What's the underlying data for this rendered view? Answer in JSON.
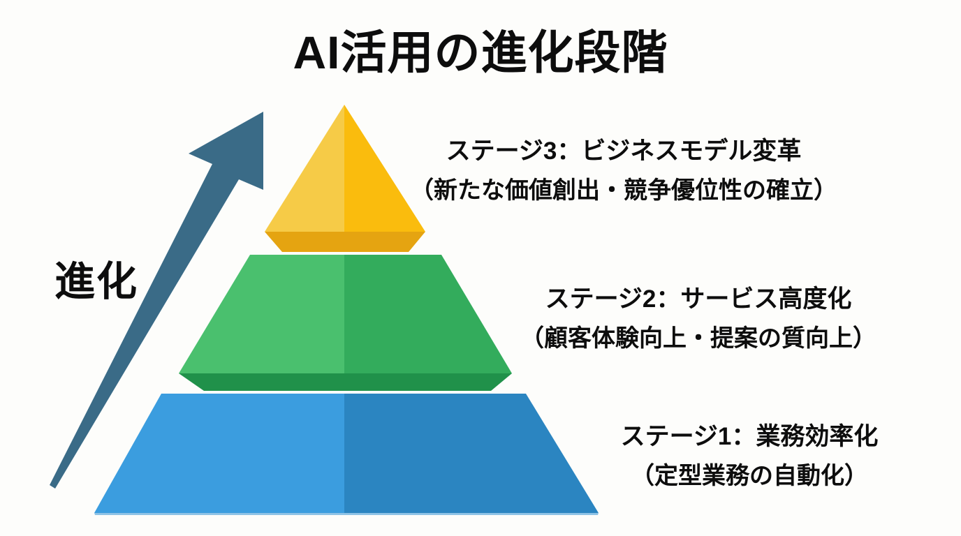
{
  "title": "AI活用の進化段階",
  "arrow": {
    "label": "進化",
    "color": "#3a6b87",
    "direction": "up-right"
  },
  "pyramid": {
    "tiers": [
      {
        "stage": "3",
        "label_line1": "ステージ3：ビジネスモデル変革",
        "label_line2": "（新たな価値創出・競争優位性の確立）",
        "colors": {
          "left": "#f6cb47",
          "right": "#fabc0d",
          "bevel": "#e5a411"
        }
      },
      {
        "stage": "2",
        "label_line1": "ステージ2：サービス高度化",
        "label_line2": "（顧客体験向上・提案の質向上）",
        "colors": {
          "left": "#4ac06e",
          "right": "#33ac5c",
          "bevel": "#20914a"
        }
      },
      {
        "stage": "1",
        "label_line1": "ステージ1：業務効率化",
        "label_line2": "（定型業務の自動化）",
        "colors": {
          "left": "#3b9ddf",
          "right": "#2b85c1",
          "bevel": "#8fc3e6"
        }
      }
    ]
  }
}
